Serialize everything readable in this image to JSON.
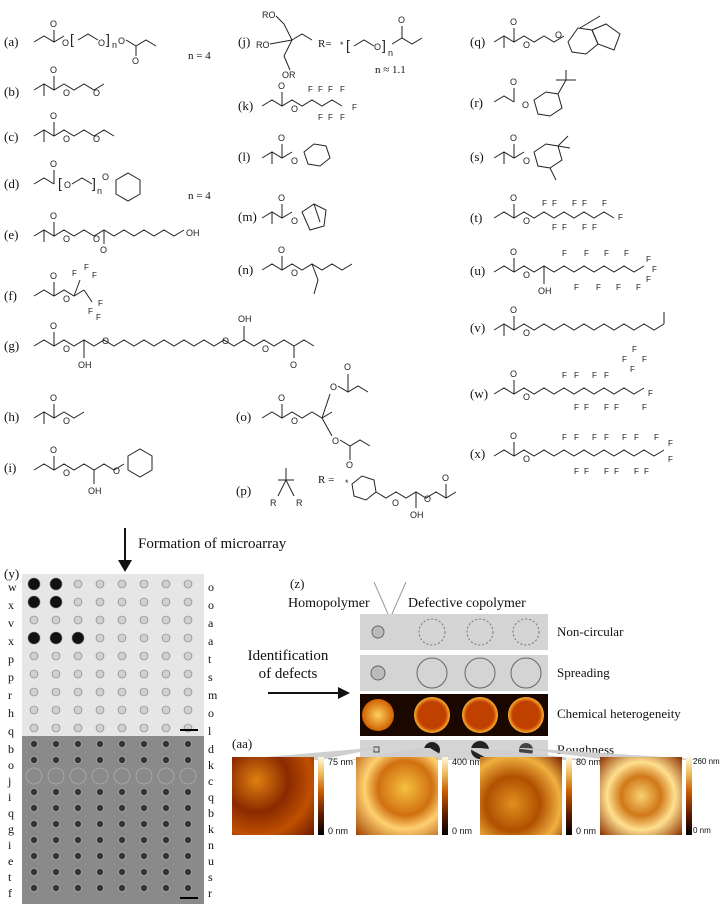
{
  "labels": {
    "a": "(a)",
    "b": "(b)",
    "c": "(c)",
    "d": "(d)",
    "e": "(e)",
    "f": "(f)",
    "g": "(g)",
    "h": "(h)",
    "i": "(i)",
    "j": "(j)",
    "k": "(k)",
    "l": "(l)",
    "m": "(m)",
    "n": "(n)",
    "o": "(o)",
    "p": "(p)",
    "q": "(q)",
    "r": "(r)",
    "s": "(s)",
    "t": "(t)",
    "u": "(u)",
    "v": "(v)",
    "w": "(w)",
    "x": "(x)",
    "y": "(y)",
    "z": "(z)",
    "aa": "(aa)"
  },
  "annotations": {
    "n4_a": "n = 4",
    "n4_d": "n = 4",
    "n11_j": "n ≈ 1.1",
    "r_eq_j": "R=",
    "r_eq_p": "R ="
  },
  "flow": {
    "formation": "Formation of microarray",
    "identification_line1": "Identification",
    "identification_line2": "of defects"
  },
  "microarray": {
    "left_top": [
      "w",
      "x",
      "v",
      "x",
      "p",
      "p",
      "r",
      "h",
      "q"
    ],
    "right_top": [
      "o",
      "o",
      "a",
      "a",
      "t",
      "s",
      "m",
      "o",
      "l"
    ],
    "left_bottom": [
      "b",
      "o",
      "j",
      "i",
      "q",
      "g",
      "i",
      "e",
      "t",
      "f"
    ],
    "right_bottom": [
      "d",
      "k",
      "c",
      "q",
      "b",
      "k",
      "n",
      "u",
      "s",
      "r"
    ]
  },
  "defects": {
    "homopolymer": "Homopolymer",
    "copolymer": "Defective copolymer",
    "rows": [
      "Non-circular",
      "Spreading",
      "Chemical heterogeneity",
      "Roughness"
    ]
  },
  "afm": [
    {
      "max": "75 nm",
      "min": "0 nm"
    },
    {
      "max": "400 nm",
      "min": "0 nm"
    },
    {
      "max": "80 nm",
      "min": "0 nm"
    },
    {
      "max": "260 nm",
      "min": "0 nm"
    }
  ]
}
